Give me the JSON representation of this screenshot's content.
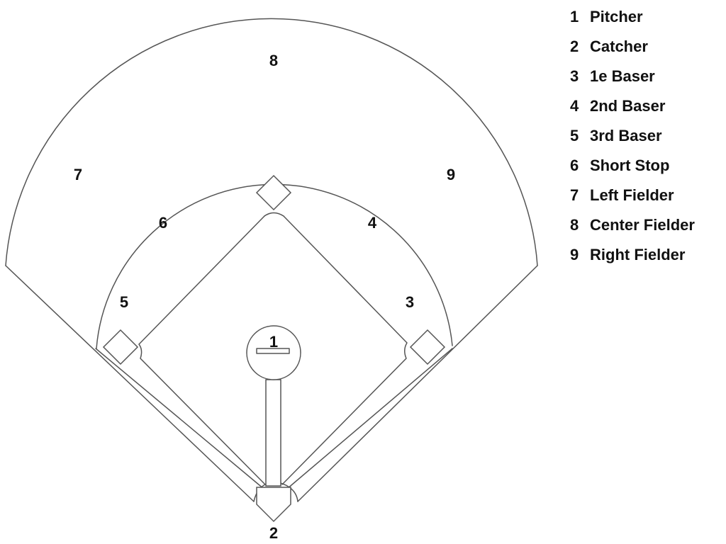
{
  "positions": [
    {
      "number": "1",
      "name": "Pitcher"
    },
    {
      "number": "2",
      "name": "Catcher"
    },
    {
      "number": "3",
      "name": "1e Baser"
    },
    {
      "number": "4",
      "name": "2nd Baser"
    },
    {
      "number": "5",
      "name": "3rd Baser"
    },
    {
      "number": "6",
      "name": "Short Stop"
    },
    {
      "number": "7",
      "name": "Left Fielder"
    },
    {
      "number": "8",
      "name": "Center Fielder"
    },
    {
      "number": "9",
      "name": "Right Fielder"
    }
  ],
  "colors": {
    "line": "#555555",
    "text": "#111111",
    "background": "#ffffff"
  }
}
